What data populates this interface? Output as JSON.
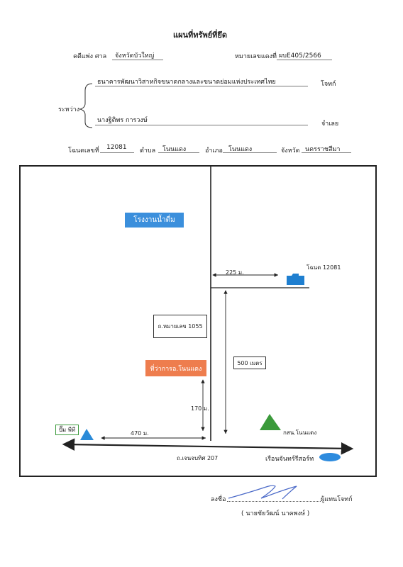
{
  "header": {
    "title": "แผนที่ทรัพย์ที่ยึด",
    "case_type_label": "คดีแพ่ง ศาล",
    "court": "จังหวัดบัวใหญ่",
    "case_no_label": "หมายเลขแดงที่",
    "case_no": "ผบE405/2566"
  },
  "parties": {
    "between_label": "ระหว่าง",
    "plaintiff": "ธนาคารพัฒนาวิสาหกิจขนาดกลางและขนาดย่อมแห่งประเทศไทย",
    "plaintiff_role": "โจทก์",
    "defendant": "นางฐิติพร การวงษ์",
    "defendant_role": "จำเลย"
  },
  "deed": {
    "deed_label": "โฉนดเลขที่",
    "deed_no": "12081",
    "subdistrict_label": "ตำบล",
    "subdistrict": "โนนแดง",
    "district_label": "อำเภอ",
    "district": "โนนแดง",
    "province_label": "จังหวัด",
    "province": "นครราชสีมา"
  },
  "map": {
    "factory": "โรงงานน้ำดื่ม",
    "deed_marker": "โฉนด 12081",
    "dist_225": "225 ม.",
    "road_1055": "ถ.หมายเลข 1055",
    "dist_500": "500 เมตร",
    "office": "ที่ว่าการอ.โนนแดง",
    "dist_170": "170 ม.",
    "pump": "ปั๊ม พีที",
    "dist_470": "470 ม.",
    "police": "กสน.โนนแดง",
    "road_207": "ถ.เจนจบทิศ 207",
    "resort": "เรือนจันทร์รีสอร์ท",
    "colors": {
      "factory": "#3b8fdc",
      "office": "#ee7d4e",
      "deed_marker": "#1f7fd0",
      "pump": "#2a8ad8",
      "police": "#3b9a3b",
      "resort": "#2d8bde"
    }
  },
  "signature": {
    "sign_label": "ลงชื่อ",
    "role": "ผู้แทนโจทก์",
    "name": "( นายชัยวัฒน์   นาคพงษ์ )"
  }
}
